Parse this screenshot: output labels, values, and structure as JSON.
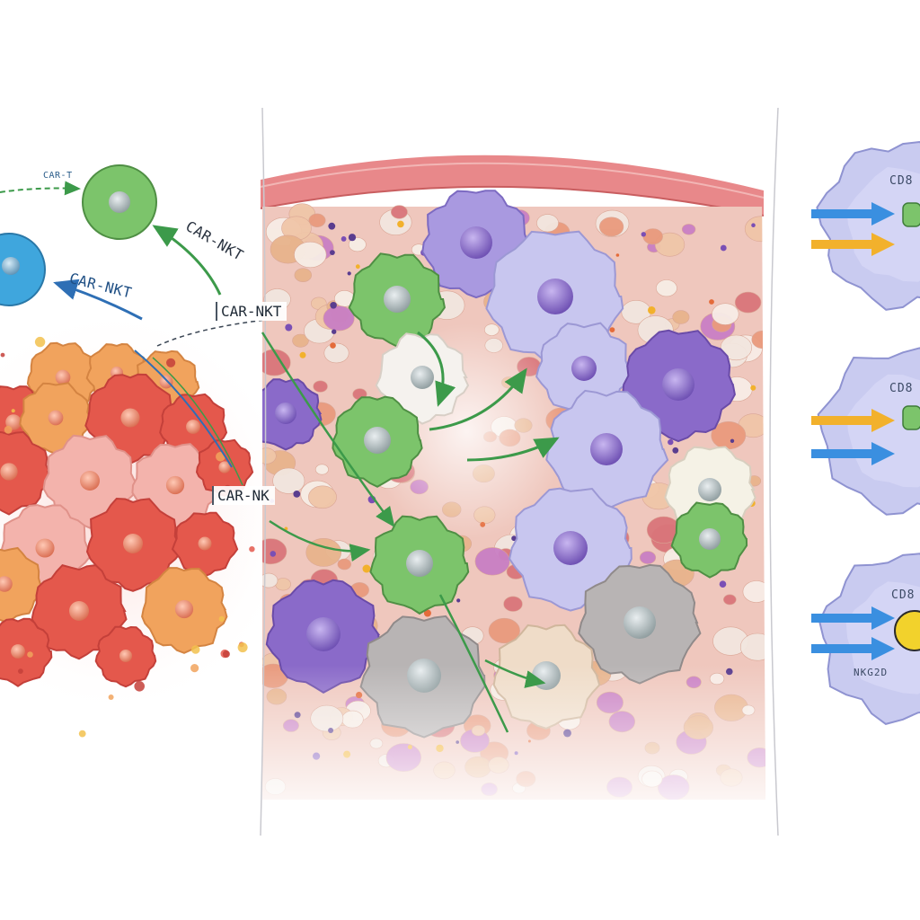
{
  "labels": {
    "top_left_small": "CAR-T",
    "green_arrow_label": "CAR-NKT",
    "blue_arrow_label": "CAR-NKT",
    "boxed_upper": "CAR-NKT",
    "boxed_lower": "CAR-NK"
  },
  "panels": [
    {
      "text": "CD8"
    },
    {
      "text": "CD8"
    },
    {
      "text": "CD8",
      "bottom_text": "NKG2D"
    }
  ],
  "colors": {
    "nkt_green": "#7cc46b",
    "car_t_blue": "#3fa6dd",
    "tumor_red": "#e4584c",
    "tumor_orange": "#f1a35d",
    "tumor_pink": "#f3b3ac",
    "macrophage_lavender": "#b9b4e6",
    "mdsc_purple": "#8a6ac9",
    "vessel_wall": "#e8888a",
    "arrow_green": "#3c9a4a",
    "arrow_blue": "#2e6fb5",
    "signal_blue": "#3a8fe0",
    "signal_yellow": "#f2b12c"
  }
}
